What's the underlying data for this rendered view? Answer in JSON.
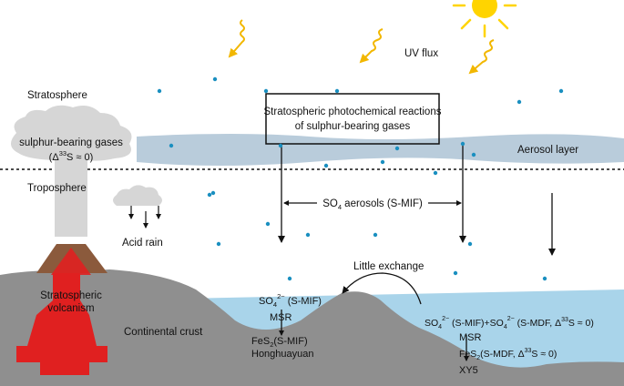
{
  "labels": {
    "uv_flux": "UV flux",
    "stratosphere": "Stratosphere",
    "troposphere": "Troposphere",
    "photochem_line1": "Stratospheric photochemical reactions",
    "photochem_line2": "of sulphur-bearing gases",
    "gases_line1": "sulphur-bearing gases",
    "gases_line2_prefix": "(Δ",
    "gases_line2_sup": "33",
    "gases_line2_suffix": "S ≈ 0)",
    "aerosol_layer": "Aerosol layer",
    "so4_aerosols_main": "SO",
    "so4_aerosols_sub": "4",
    "so4_aerosols_rest": " aerosols (S-MIF)",
    "acid_rain": "Acid rain",
    "little_exchange": "Little exchange",
    "volcanism_line1": "Stratospheric",
    "volcanism_line2": "volcanism",
    "continental_crust": "Continental crust",
    "left_so4_base": "SO",
    "left_so4_sub": "4",
    "left_so4_sup": "2−",
    "left_so4_rest": " (S-MIF)",
    "left_msr": "MSR",
    "left_fes2_base": "FeS",
    "left_fes2_sub": "2",
    "left_fes2_rest": "(S-MIF)",
    "left_site": "Honghuayuan",
    "right_so4_a": "SO",
    "right_so4_a_sub": "4",
    "right_so4_a_sup": "2−",
    "right_so4_a_rest": " (S-MIF)+SO",
    "right_so4_b_sub": "4",
    "right_so4_b_sup": "2−",
    "right_so4_b_rest": " (S-MDF, Δ",
    "right_so4_b_sup2": "33",
    "right_so4_b_end": "S ≈ 0)",
    "right_msr": "MSR",
    "right_fes2_base": "FeS",
    "right_fes2_sub": "2",
    "right_fes2_rest": "(S-MDF, Δ",
    "right_fes2_sup": "33",
    "right_fes2_end": "S ≈ 0)",
    "right_site": "XY5"
  },
  "colors": {
    "sky": "#ffffff",
    "aerosol_band": "#b9ccdb",
    "ocean": "#a9d4ea",
    "crust": "#8f8f8f",
    "crust_dark": "#7a7a7a",
    "plume": "#d6d6d6",
    "magma": "#e02020",
    "volcano_brown": "#8b5a3c",
    "sun": "#ffd400",
    "uv_arrow": "#f2b700",
    "dot": "#1a8fc0"
  }
}
